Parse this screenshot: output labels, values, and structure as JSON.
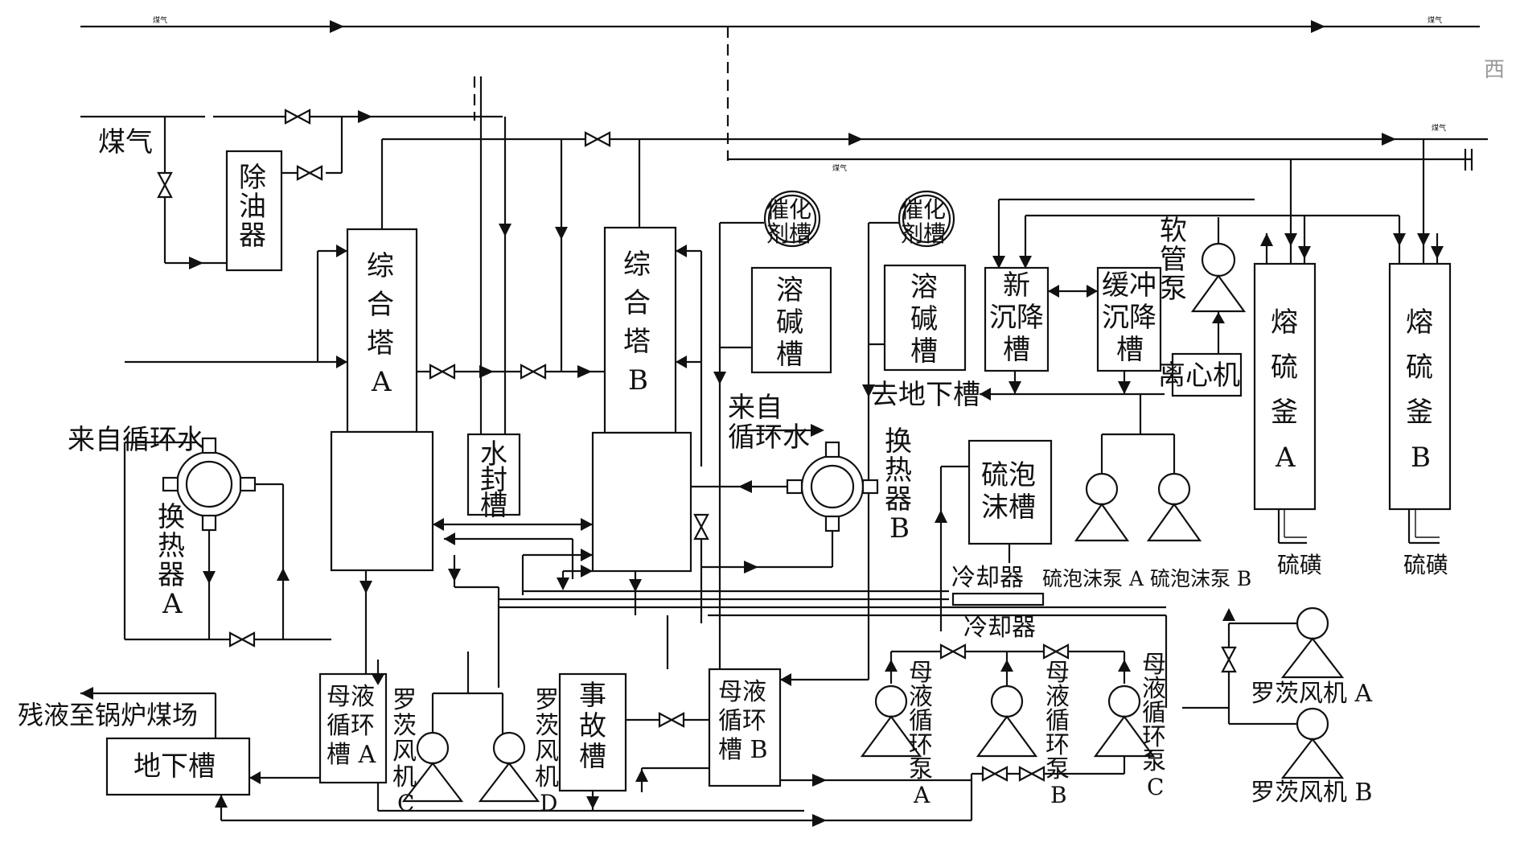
{
  "diagram": {
    "pipe_labels": {
      "gas_in": "煤气",
      "top_left_tag": "煤气",
      "top_right_tag": "煤气",
      "mid_right_tag": "煤气",
      "mid_tag": "煤气",
      "corner_mark": "西"
    },
    "equipment": {
      "oil_remover": "除油器",
      "tower_a": [
        "综",
        "合",
        "塔",
        "A"
      ],
      "tower_b": [
        "综",
        "合",
        "塔",
        "B"
      ],
      "water_seal": [
        "水",
        "封",
        "槽"
      ],
      "catalyst_tank_1": [
        "催化",
        "剂槽"
      ],
      "catalyst_tank_2": [
        "催化",
        "剂槽"
      ],
      "alkali_tank_1": [
        "溶",
        "碱",
        "槽"
      ],
      "alkali_tank_2": [
        "溶",
        "碱",
        "槽"
      ],
      "new_settler": [
        "新",
        "沉降",
        "槽"
      ],
      "buffer_settler": [
        "缓冲",
        "沉降",
        "槽"
      ],
      "hose_pump": [
        "软",
        "管",
        "泵"
      ],
      "centrifuge": "离心机",
      "sulfur_kettle_a": [
        "熔",
        "硫",
        "釜",
        "A"
      ],
      "sulfur_kettle_b": [
        "熔",
        "硫",
        "釜",
        "B"
      ],
      "sulfur_foam_tank": [
        "硫泡",
        "沫槽"
      ],
      "heat_exchanger_a": [
        "换",
        "热",
        "器",
        "A"
      ],
      "heat_exchanger_b": [
        "换",
        "热",
        "器",
        "B"
      ],
      "mother_liquor_tank_a": [
        "母液",
        "循环",
        "槽 A"
      ],
      "mother_liquor_tank_b": [
        "母液",
        "循环",
        "槽 B"
      ],
      "accident_tank": [
        "事",
        "故",
        "槽"
      ],
      "underground_tank": "地下槽",
      "roots_blower_c": [
        "罗",
        "茨",
        "风",
        "机",
        "C"
      ],
      "roots_blower_d": [
        "罗",
        "茨",
        "风",
        "机",
        "D"
      ],
      "roots_blower_a": "罗茨风机 A",
      "roots_blower_b": "罗茨风机 B",
      "ml_pump_a": [
        "母",
        "液",
        "循",
        "环",
        "泵",
        "A"
      ],
      "ml_pump_b": [
        "母",
        "液",
        "循",
        "环",
        "泵",
        "B"
      ],
      "ml_pump_c": [
        "母",
        "液",
        "循",
        "环",
        "泵",
        "C"
      ],
      "cooler_1": "冷却器",
      "cooler_2": "冷却器",
      "foam_pumps": "硫泡沫泵 A  硫泡沫泵 B"
    },
    "annotations": {
      "from_cooling_water_1": "来自循环水",
      "from_cooling_water_2": [
        "来自",
        "循环水"
      ],
      "to_underground_tank": "去地下槽",
      "residue_to_boiler": "残液至锅炉煤场",
      "sulfur_ingot_a": "硫磺",
      "sulfur_ingot_b": "硫磺"
    }
  }
}
